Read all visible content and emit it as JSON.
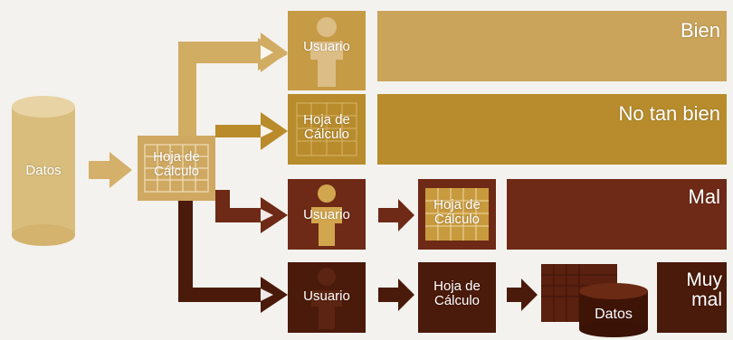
{
  "colors": {
    "level_bien": "#c9a45a",
    "level_no_tan_bien": "#b88c2c",
    "level_mal": "#6e2a16",
    "level_muy_mal": "#4a1a0a",
    "source_fill": "#d9bd7c",
    "background": "#f4f2ee"
  },
  "source": {
    "label": "Datos",
    "icon": "database-icon"
  },
  "hub": {
    "label": "Hoja de Cálculo",
    "icon": "spreadsheet-icon"
  },
  "rows": [
    {
      "outcome": "Bien",
      "steps": [
        {
          "label": "Usuario",
          "icon": "user-icon"
        }
      ]
    },
    {
      "outcome": "No tan bien",
      "steps": [
        {
          "label": "Hoja de Cálculo",
          "icon": "spreadsheet-icon"
        }
      ]
    },
    {
      "outcome": "Mal",
      "steps": [
        {
          "label": "Usuario",
          "icon": "user-icon"
        },
        {
          "label": "Hoja de Cálculo",
          "icon": "spreadsheet-icon"
        }
      ]
    },
    {
      "outcome": "Muy mal",
      "steps": [
        {
          "label": "Usuario",
          "icon": "user-icon"
        },
        {
          "label": "Hoja de Cálculo",
          "icon": "spreadsheet-icon"
        },
        {
          "label": "Datos",
          "icon": "database-icon"
        }
      ]
    }
  ]
}
